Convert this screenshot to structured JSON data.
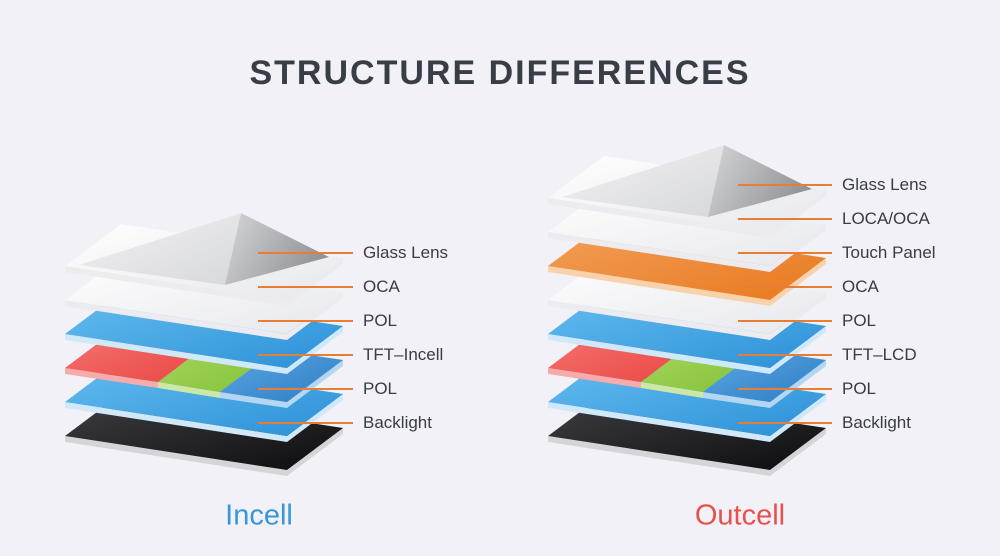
{
  "title": "STRUCTURE DIFFERENCES",
  "incell": {
    "caption": "Incell",
    "labels": [
      "Glass Lens",
      "OCA",
      "POL",
      "TFT–Incell",
      "POL",
      "Backlight"
    ]
  },
  "outcell": {
    "caption": "Outcell",
    "labels": [
      "Glass Lens",
      "LOCA/OCA",
      "Touch Panel",
      "OCA",
      "POL",
      "TFT–LCD",
      "POL",
      "Backlight"
    ]
  },
  "colors": {
    "background": "#f2f1f7",
    "title_text": "#393d46",
    "label_text": "#383c44",
    "leader_line": "#e87e33",
    "incell_caption": "#3498d8",
    "outcell_caption": "#e8504b",
    "white_light": "#fefefe",
    "white_dark": "#e7e8ec",
    "white_side": "#ebebf0",
    "pyramid_left_light": "#f2f2f4",
    "pyramid_left_dark": "#d7d8da",
    "pyramid_right_light": "#d6d7d9",
    "pyramid_right_dark": "#939498",
    "pol_light": "#65bdf0",
    "pol_dark": "#2e92d8",
    "pol_side": "#cfe9fa",
    "tft_red_light": "#f57573",
    "tft_red_dark": "#ea4642",
    "tft_red_side": "#f7abaa",
    "tft_green_light": "#a8d75f",
    "tft_green_dark": "#83c138",
    "tft_green_side": "#cde8a6",
    "tft_blue_light": "#5ba9e6",
    "tft_blue_dark": "#2e7cc2",
    "tft_blue_side": "#b3d6f1",
    "touch_light": "#f2a05b",
    "touch_dark": "#e97a20",
    "touch_side": "#f7d2ab",
    "dark_light": "#404044",
    "dark_dark": "#0c0c0e",
    "dark_side": "#d5d5d9"
  }
}
